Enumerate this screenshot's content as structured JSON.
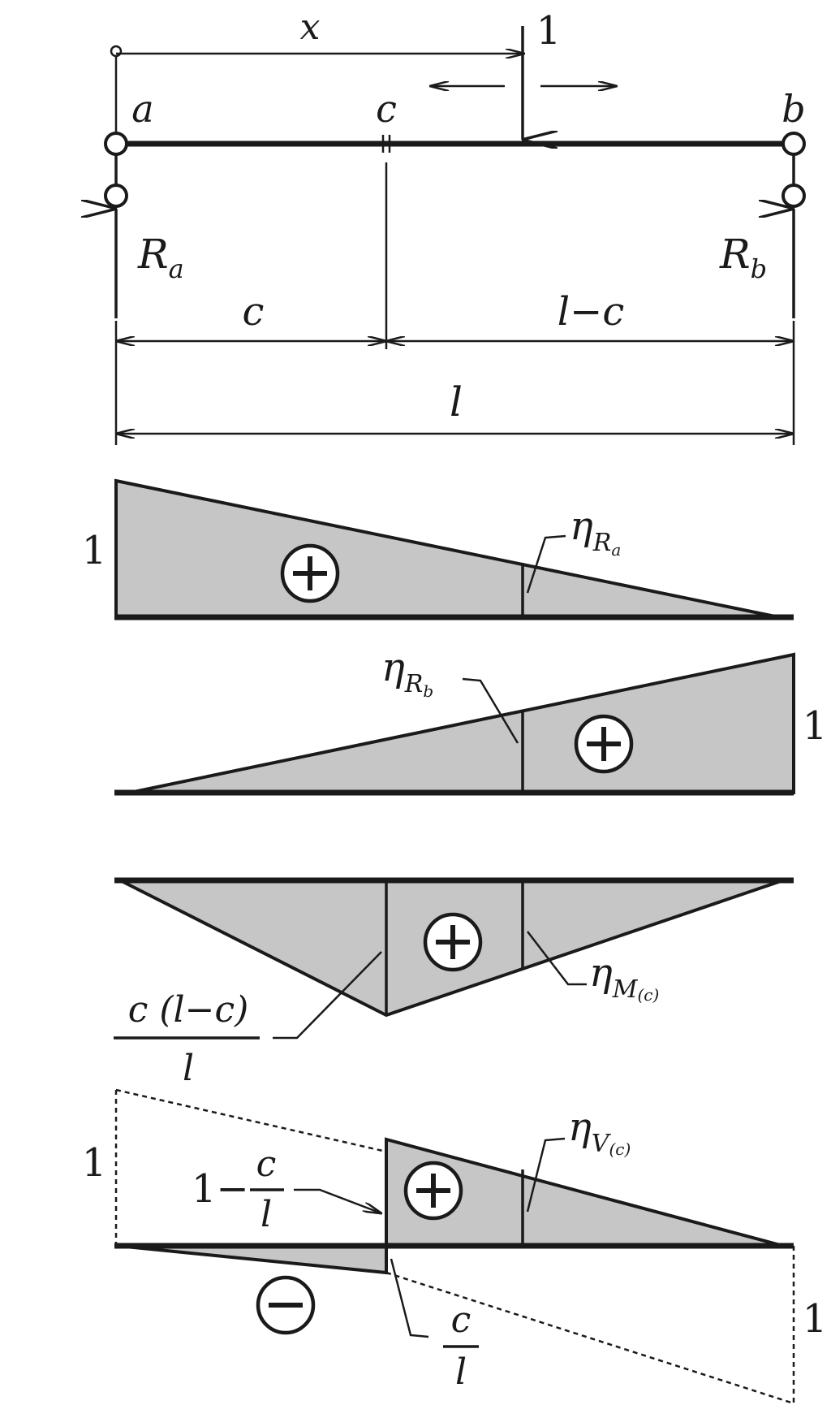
{
  "beam": {
    "support_a": "a",
    "support_b": "b",
    "section_c": "c",
    "load_position": "x",
    "unit_load": "1",
    "reaction_a": {
      "main": "R",
      "sub": "a"
    },
    "reaction_b": {
      "main": "R",
      "sub": "b"
    },
    "dim_c": "c",
    "dim_l_minus_c": "l−c",
    "dim_l": "l"
  },
  "influence_lines": {
    "ra": {
      "label": {
        "main": "η",
        "sub": "R",
        "subsub": "a"
      },
      "value_left": "1",
      "sign": "plus"
    },
    "rb": {
      "label": {
        "main": "η",
        "sub": "R",
        "subsub": "b"
      },
      "value_right": "1",
      "sign": "plus"
    },
    "mc": {
      "label": {
        "main": "η",
        "sub": "M",
        "subsub": "(c)"
      },
      "ordinate": {
        "numerator": "c (l−c)",
        "denominator": "l"
      },
      "sign": "plus"
    },
    "vc": {
      "label": {
        "main": "η",
        "sub": "V",
        "subsub": "(c)"
      },
      "value_left": "1",
      "value_right": "1",
      "positive_ordinate": {
        "prefix": "1−",
        "numerator": "c",
        "denominator": "l"
      },
      "negative_ordinate": {
        "numerator": "c",
        "denominator": "l"
      },
      "sign_positive": "plus",
      "sign_negative": "minus"
    }
  }
}
